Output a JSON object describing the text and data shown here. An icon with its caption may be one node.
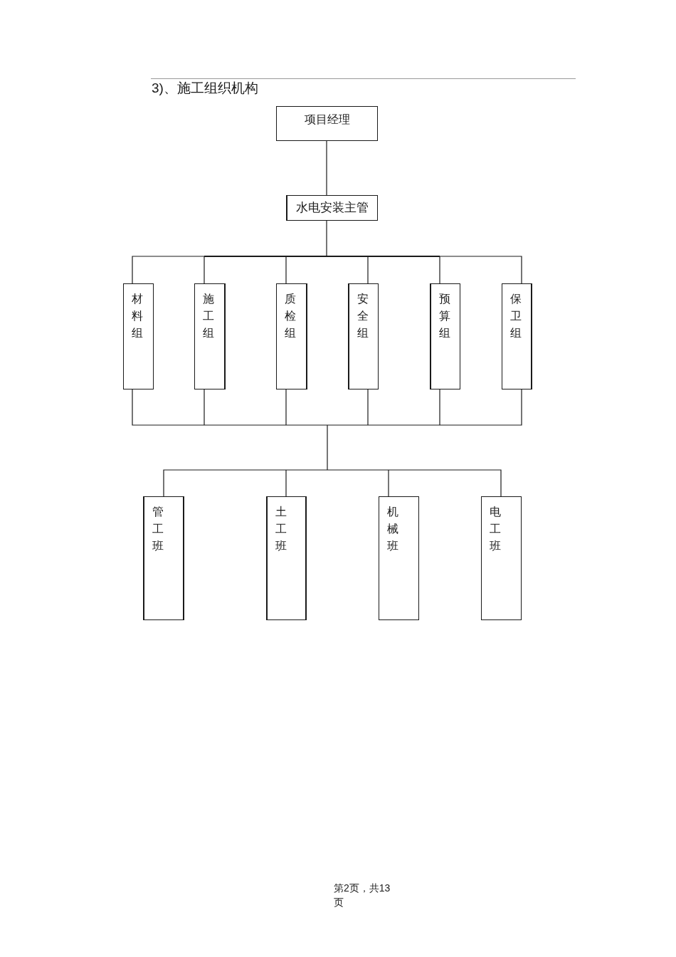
{
  "diagram": {
    "title": "3)、施工组织机构",
    "nodes": [
      {
        "text": [
          "项目经理"
        ]
      },
      {
        "text": [
          "水电安装主管"
        ]
      },
      {
        "text": [
          "材料组"
        ]
      },
      {
        "text": [
          "施工组"
        ]
      },
      {
        "text": [
          "质检组"
        ]
      },
      {
        "text": [
          "安全组"
        ]
      },
      {
        "text": [
          "预算组"
        ]
      },
      {
        "text": [
          "保卫组"
        ]
      },
      {
        "text": [
          "管工班"
        ]
      },
      {
        "text": [
          "土工班"
        ]
      },
      {
        "text": [
          "机械班"
        ]
      },
      {
        "text": [
          "电工班"
        ]
      }
    ],
    "edges": [
      {
        "from": 0,
        "to": 1,
        "arrow": "none"
      },
      {
        "from": 1,
        "to": 2,
        "arrow": "none"
      },
      {
        "from": 1,
        "to": 3,
        "arrow": "none"
      },
      {
        "from": 1,
        "to": 4,
        "arrow": "none"
      },
      {
        "from": 1,
        "to": 5,
        "arrow": "none"
      },
      {
        "from": 1,
        "to": 6,
        "arrow": "none"
      },
      {
        "from": 1,
        "to": 7,
        "arrow": "none"
      },
      {
        "from": 2,
        "to": 8,
        "arrow": "none"
      },
      {
        "from": 2,
        "to": 9,
        "arrow": "none"
      },
      {
        "from": 2,
        "to": 10,
        "arrow": "none"
      },
      {
        "from": 2,
        "to": 11,
        "arrow": "none"
      },
      {
        "from": 3,
        "to": 8,
        "arrow": "none"
      },
      {
        "from": 3,
        "to": 9,
        "arrow": "none"
      },
      {
        "from": 3,
        "to": 10,
        "arrow": "none"
      },
      {
        "from": 3,
        "to": 11,
        "arrow": "none"
      },
      {
        "from": 4,
        "to": 8,
        "arrow": "none"
      },
      {
        "from": 4,
        "to": 9,
        "arrow": "none"
      },
      {
        "from": 4,
        "to": 10,
        "arrow": "none"
      },
      {
        "from": 4,
        "to": 11,
        "arrow": "none"
      },
      {
        "from": 5,
        "to": 8,
        "arrow": "none"
      },
      {
        "from": 5,
        "to": 9,
        "arrow": "none"
      },
      {
        "from": 5,
        "to": 10,
        "arrow": "none"
      },
      {
        "from": 5,
        "to": 11,
        "arrow": "none"
      },
      {
        "from": 6,
        "to": 8,
        "arrow": "none"
      },
      {
        "from": 6,
        "to": 9,
        "arrow": "none"
      },
      {
        "from": 6,
        "to": 10,
        "arrow": "none"
      },
      {
        "from": 6,
        "to": 11,
        "arrow": "none"
      },
      {
        "from": 7,
        "to": 8,
        "arrow": "none"
      },
      {
        "from": 7,
        "to": 9,
        "arrow": "none"
      },
      {
        "from": 7,
        "to": 10,
        "arrow": "none"
      },
      {
        "from": 7,
        "to": 11,
        "arrow": "none"
      }
    ],
    "labels": [
      "第2页，共13页"
    ]
  }
}
